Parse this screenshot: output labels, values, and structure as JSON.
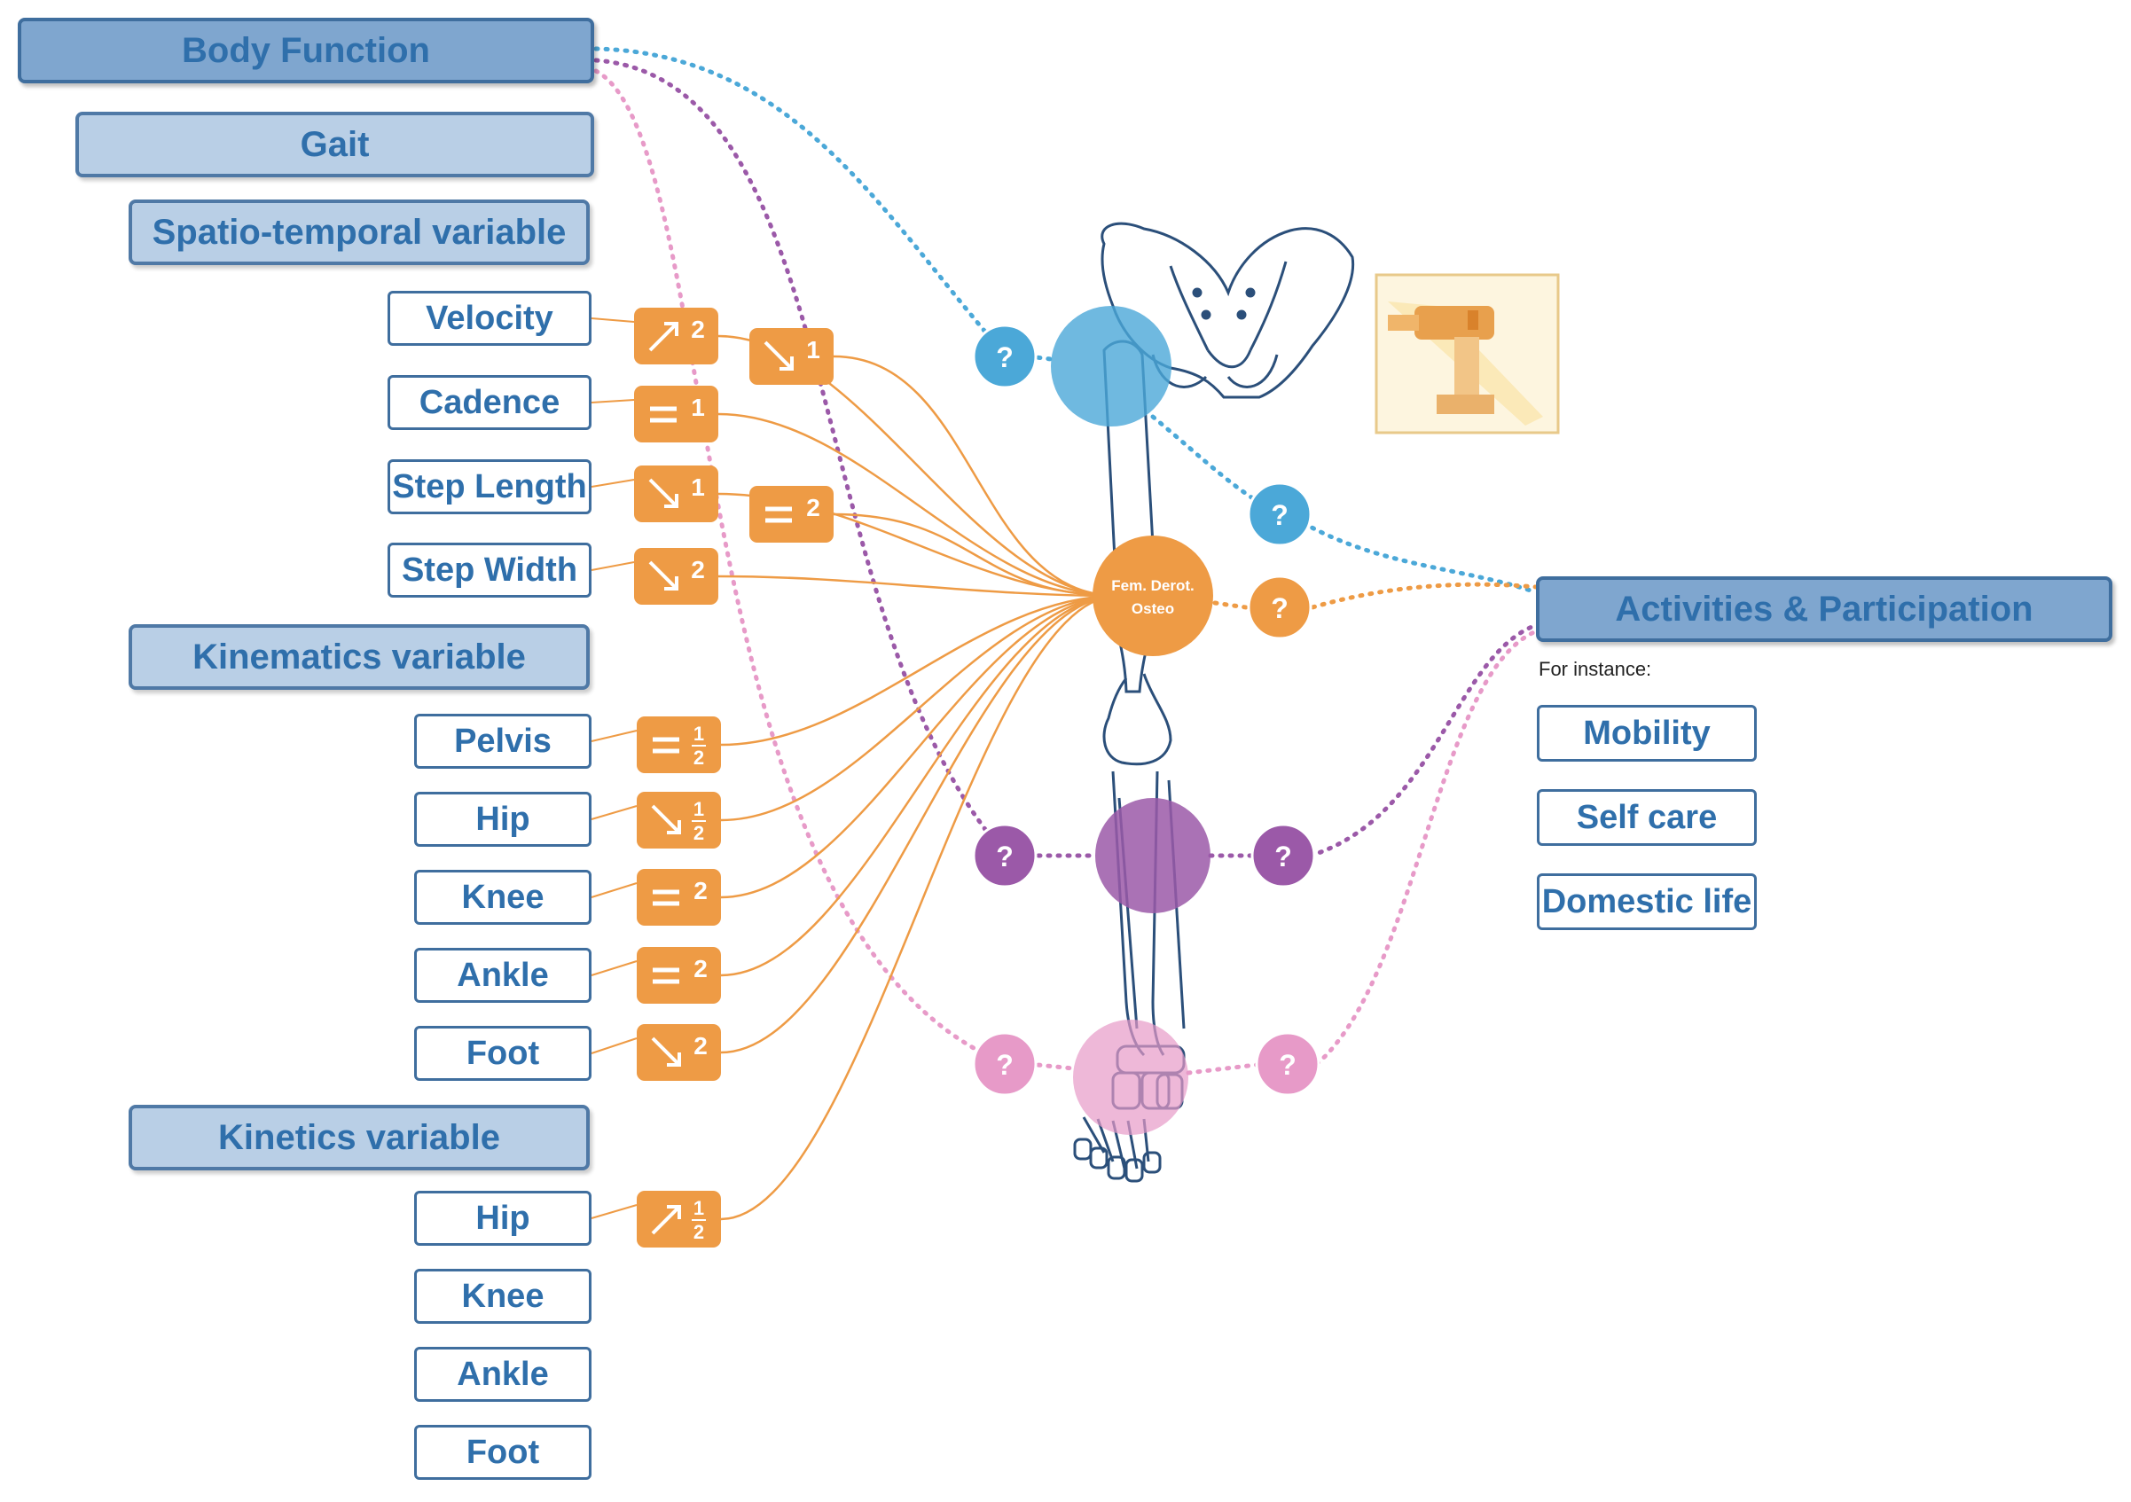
{
  "headers": {
    "body_function": "Body Function",
    "gait": "Gait",
    "spatio_temporal": "Spatio-temporal variable",
    "kinematics": "Kinematics variable",
    "kinetics": "Kinetics variable",
    "activities": "Activities & Participation"
  },
  "spatio_temporal_vars": [
    "Velocity",
    "Cadence",
    "Step Length",
    "Step Width"
  ],
  "kinematics_vars": [
    "Pelvis",
    "Hip",
    "Knee",
    "Ankle",
    "Foot"
  ],
  "kinetics_vars": [
    "Hip",
    "Knee",
    "Ankle",
    "Foot"
  ],
  "badges": [
    {
      "arrow": "up",
      "num": "2"
    },
    {
      "arrow": "down",
      "num": "1"
    },
    {
      "arrow": "equal",
      "num": "1"
    },
    {
      "arrow": "down",
      "num": "1"
    },
    {
      "arrow": "equal",
      "num": "2"
    },
    {
      "arrow": "down",
      "num": "2"
    },
    {
      "arrow": "equal",
      "num": "1/2"
    },
    {
      "arrow": "down",
      "num": "1/2"
    },
    {
      "arrow": "equal",
      "num": "2"
    },
    {
      "arrow": "equal",
      "num": "2"
    },
    {
      "arrow": "down",
      "num": "2"
    },
    {
      "arrow": "up",
      "num": "1/2"
    }
  ],
  "procedure_node": {
    "line1": "Fem. Derot.",
    "line2": "Osteo"
  },
  "unknown_mark": "?",
  "for_instance": "For instance:",
  "activities_items": [
    "Mobility",
    "Self care",
    "Domestic life"
  ],
  "colors": {
    "blue": "#4ba8d8",
    "orange": "#ee9b45",
    "purple": "#9b59a8",
    "pink": "#e79ac8",
    "header_text": "#2f6fab"
  }
}
